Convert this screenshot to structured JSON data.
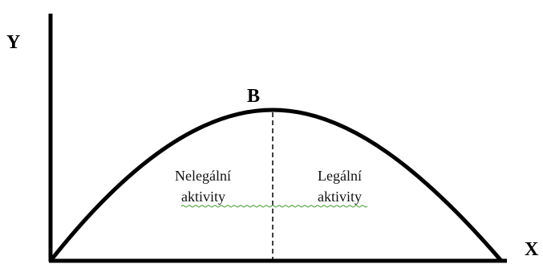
{
  "diagram": {
    "y_axis_label": "Y",
    "x_axis_label": "X",
    "peak_label": "B",
    "left_region": {
      "line1": "Nelegální",
      "line2": "aktivity"
    },
    "right_region": {
      "line1": "Legální",
      "line2": "aktivity"
    },
    "colors": {
      "curve": "#000000",
      "axes": "#000000",
      "divider": "#000000",
      "spellcheck_underline": "#5aa84a"
    }
  }
}
